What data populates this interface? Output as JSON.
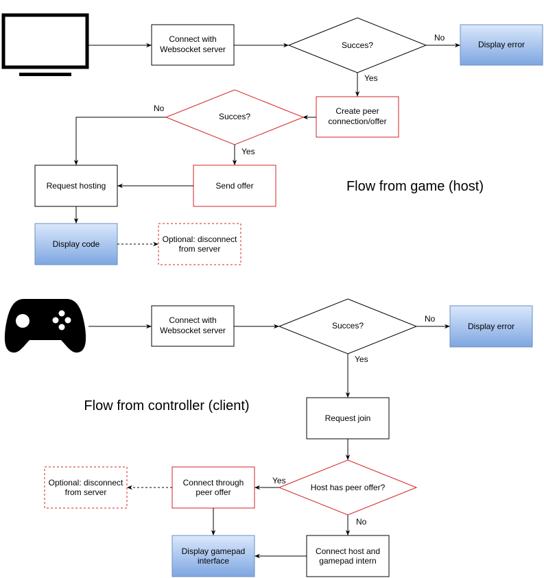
{
  "host_flow": {
    "title": "Flow from game (host)",
    "connect": [
      "Connect with",
      "Websocket server"
    ],
    "success": "Succes?",
    "no": "No",
    "yes": "Yes",
    "display_error": "Display error",
    "create_peer": [
      "Create peer",
      "connection/offer"
    ],
    "success2": "Succes?",
    "no2": "No",
    "yes2": "Yes",
    "request_hosting": "Request hosting",
    "send_offer": "Send offer",
    "display_code": "Display code",
    "optional": [
      "Optional: disconnect",
      "from server"
    ],
    "icon": "monitor-icon"
  },
  "client_flow": {
    "title": "Flow from controller (client)",
    "connect": [
      "Connect with",
      "Websocket server"
    ],
    "success": "Succes?",
    "no": "No",
    "yes": "Yes",
    "display_error": "Display error",
    "request_join": "Request join",
    "has_offer": "Host has peer offer?",
    "yes2": "Yes",
    "no2": "No",
    "connect_peer": [
      "Connect through",
      "peer offer"
    ],
    "optional": [
      "Optional: disconnect",
      "from server"
    ],
    "connect_host": [
      "Connect host and",
      "gamepad intern"
    ],
    "display_gamepad": [
      "Display gamepad",
      "interface"
    ],
    "icon": "gamepad-icon"
  },
  "colors": {
    "red_stroke": "#d62020",
    "blue_top": "#dae8fc",
    "blue_bottom": "#7ea6e0"
  }
}
